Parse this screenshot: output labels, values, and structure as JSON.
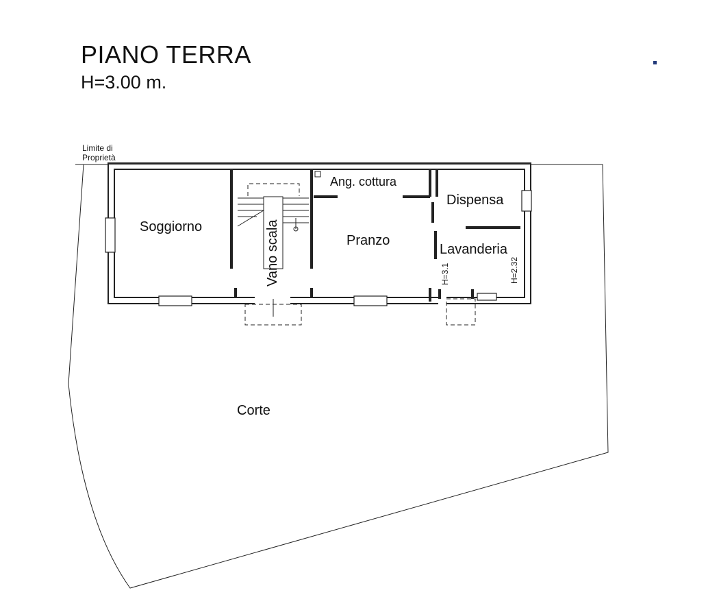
{
  "header": {
    "title": "PIANO TERRA",
    "height": "H=3.00 m."
  },
  "plan": {
    "property_limit": [
      "Limite di",
      "Proprietà"
    ],
    "rooms": {
      "soggiorno": "Soggiorno",
      "vano_scala": "Vano scala",
      "ang_cottura": "Ang. cottura",
      "pranzo": "Pranzo",
      "dispensa": "Dispensa",
      "lavanderia": "Lavanderia",
      "corte": "Corte"
    },
    "heights": {
      "lavanderia_left": "H=3.1",
      "lavanderia_right": "H=2.32"
    }
  }
}
